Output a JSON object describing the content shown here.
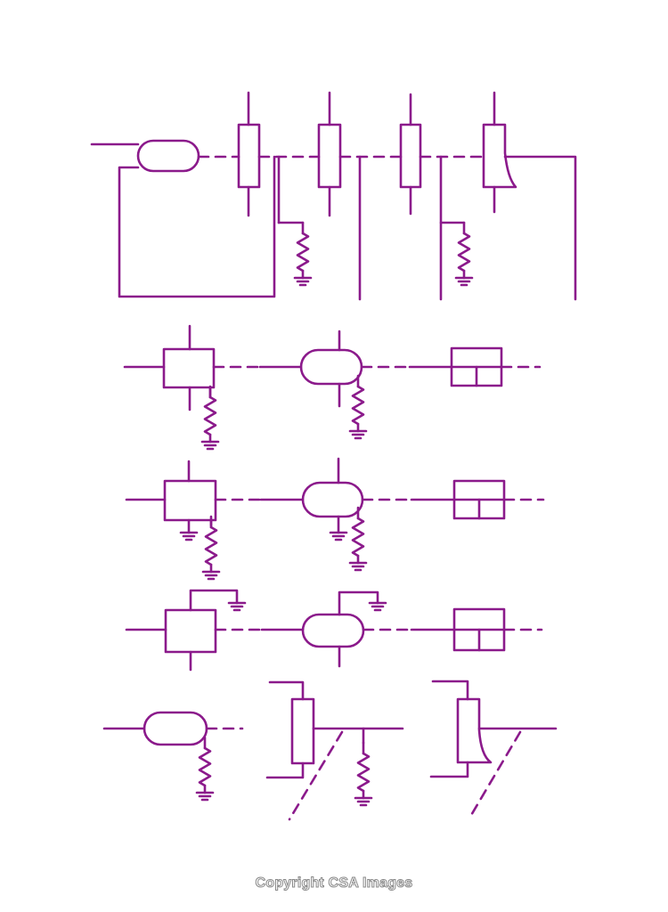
{
  "diagram": {
    "stroke_color": "#8b1a8b",
    "background": "#ffffff",
    "symbols": [
      "capsule",
      "resistor-bar",
      "box",
      "split-box",
      "zigzag-resistor",
      "ground"
    ]
  },
  "watermark": {
    "text": "Copyright CSA Images",
    "color": "#8a8a8a"
  }
}
